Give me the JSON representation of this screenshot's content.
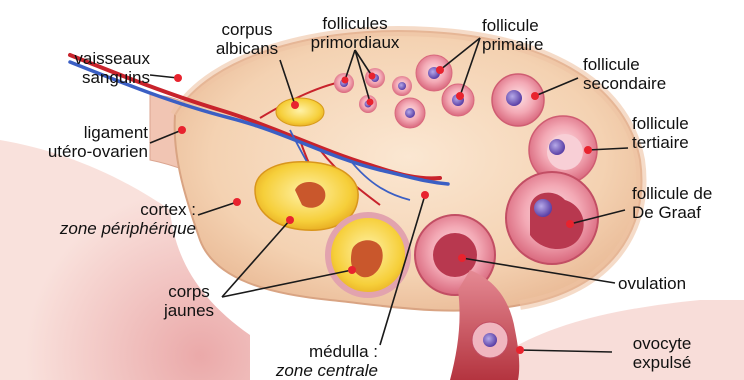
{
  "labels": {
    "vaisseaux": [
      "vaisseaux",
      "sanguins"
    ],
    "corpus_albicans": [
      "corpus",
      "albicans"
    ],
    "follicules_primordiaux": [
      "follicules",
      "primordiaux"
    ],
    "follicule_primaire": [
      "follicule",
      "primaire"
    ],
    "follicule_secondaire": [
      "follicule",
      "secondaire"
    ],
    "follicule_tertiaire": [
      "follicule",
      "tertiaire"
    ],
    "follicule_de_graaf": [
      "follicule de",
      "De Graaf"
    ],
    "ligament": [
      "ligament",
      "utéro-ovarien"
    ],
    "cortex": [
      "cortex :",
      "zone périphérique"
    ],
    "corps_jaunes": [
      "corps",
      "jaunes"
    ],
    "medulla": [
      "médulla :",
      "zone centrale"
    ],
    "ovulation": "ovulation",
    "ovocyte": [
      "ovocyte",
      "expulsé"
    ]
  },
  "colors": {
    "marker": "#e8232e",
    "leader": "#1a1a1a",
    "stroma": "#f6d6b8",
    "stroma_edge": "#e2b89a",
    "background_tissue": "#f2c3bb",
    "follicle_ring": "#e9909f",
    "corpus_luteum": "#f3c22a",
    "artery": "#c8232c",
    "vein": "#3b5fc4"
  }
}
